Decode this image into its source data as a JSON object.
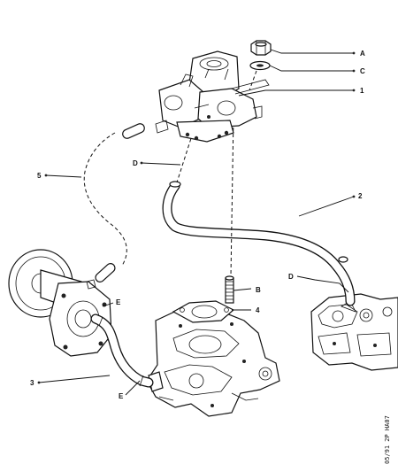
{
  "callouts": {
    "A": "A",
    "C": "C",
    "one": "1",
    "D_top": "D",
    "five": "5",
    "two": "2",
    "D_right": "D",
    "B": "B",
    "four": "4",
    "E_top": "E",
    "three": "3",
    "E_bottom": "E"
  },
  "reference_code": "05/91 2P HA07"
}
